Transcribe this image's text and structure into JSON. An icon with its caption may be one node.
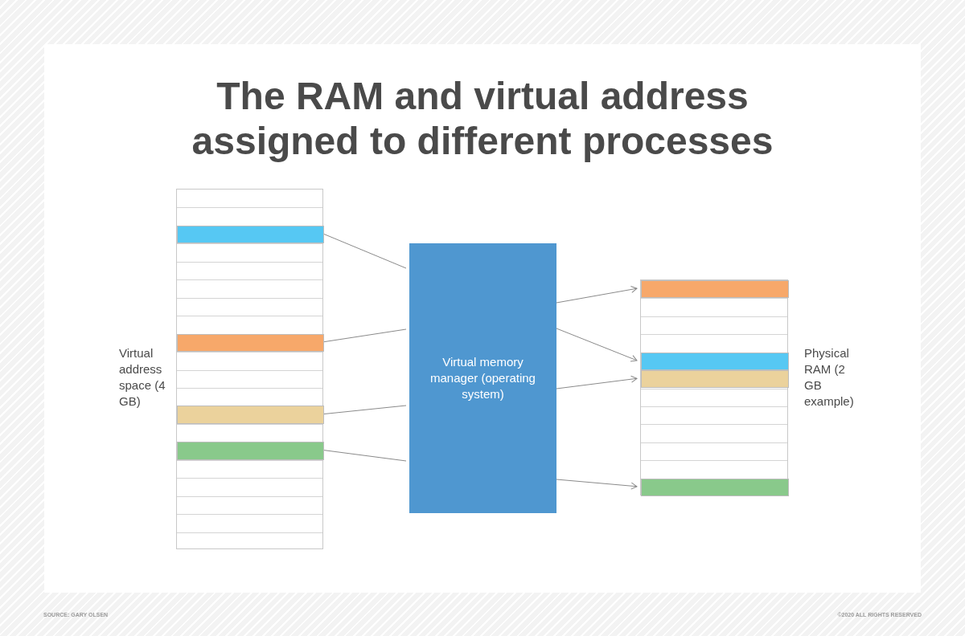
{
  "diagram": {
    "title": "The RAM and virtual address assigned to different processes",
    "nodes": [
      {
        "text": [],
        "shape": "box",
        "beside": [
          "Virtual address space (4 GB)"
        ]
      },
      {
        "text": [],
        "shape": "bar",
        "in": 0
      },
      {
        "text": [],
        "shape": "bar",
        "in": 0
      },
      {
        "text": [],
        "shape": "bar",
        "in": 0
      },
      {
        "text": [],
        "shape": "bar",
        "in": 0
      },
      {
        "text": [
          "Virtual memory manager (operating system)"
        ]
      },
      {
        "text": [],
        "shape": "box",
        "beside": [
          "Physical RAM (2 GB example)"
        ]
      },
      {
        "text": [],
        "shape": "bar",
        "in": 6
      },
      {
        "text": [],
        "shape": "bar",
        "in": 6
      },
      {
        "text": [],
        "shape": "bar",
        "in": 6
      },
      {
        "text": [],
        "shape": "bar",
        "in": 6
      }
    ],
    "edges": [
      {
        "from": 1,
        "to": 5,
        "arrow": "none"
      },
      {
        "from": 2,
        "to": 5,
        "arrow": "none"
      },
      {
        "from": 3,
        "to": 5,
        "arrow": "none"
      },
      {
        "from": 4,
        "to": 5,
        "arrow": "none"
      },
      {
        "from": 5,
        "to": 7,
        "arrow": "to"
      },
      {
        "from": 5,
        "to": 8,
        "arrow": "to"
      },
      {
        "from": 5,
        "to": 9,
        "arrow": "to"
      },
      {
        "from": 5,
        "to": 10,
        "arrow": "to"
      }
    ],
    "labels": [
      "SOURCE: GARY OLSEN",
      "©2020 ALL RIGHTS RESERVED"
    ]
  }
}
